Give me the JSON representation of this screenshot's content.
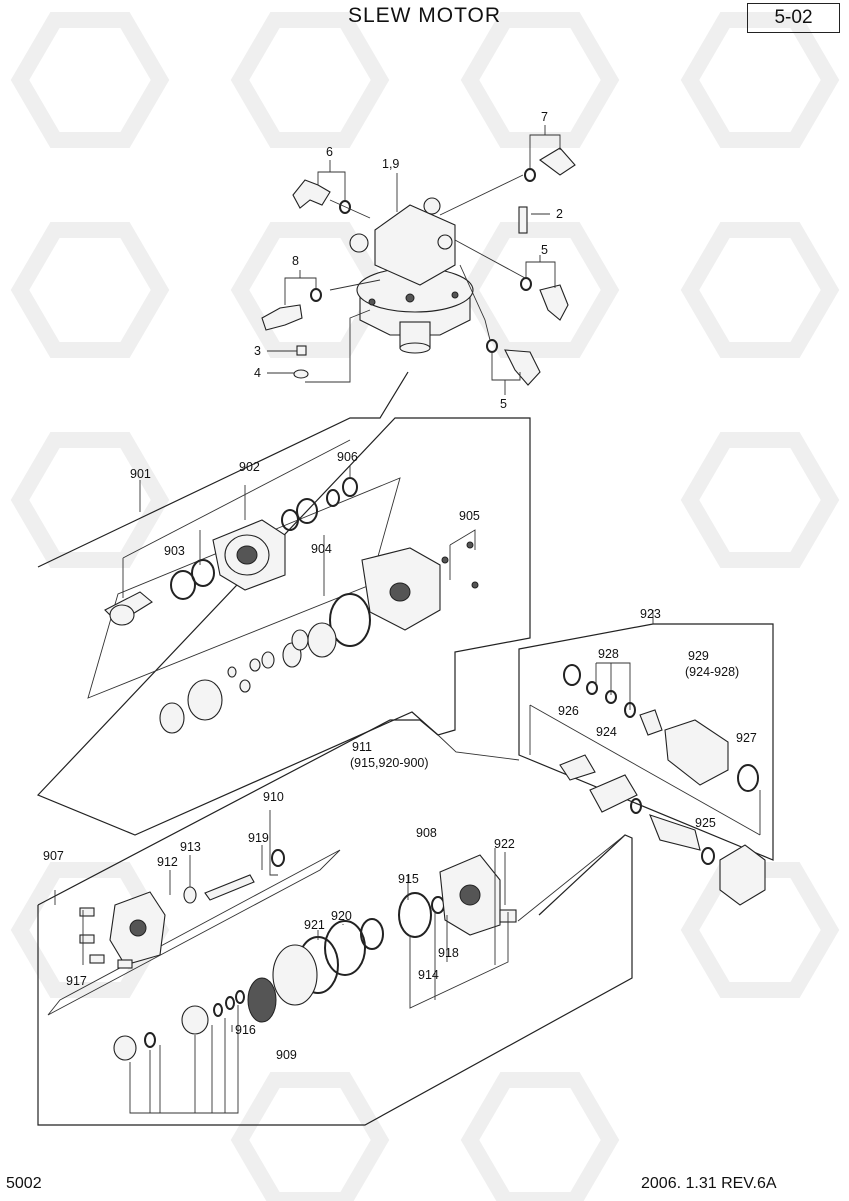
{
  "header": {
    "title": "SLEW MOTOR",
    "page_number": "5-02"
  },
  "footer": {
    "code": "5002",
    "date_revision": "2006. 1.31  REV.6A"
  },
  "part_labels": {
    "p1_9": "1,9",
    "p2": "2",
    "p3": "3",
    "p4": "4",
    "p5a": "5",
    "p5b": "5",
    "p6": "6",
    "p7": "7",
    "p8": "8",
    "p901": "901",
    "p902": "902",
    "p903": "903",
    "p904": "904",
    "p905": "905",
    "p906": "906",
    "p907": "907",
    "p908": "908",
    "p909": "909",
    "p910": "910",
    "p911": "911",
    "p911_sub": "(915,920-900)",
    "p912": "912",
    "p913": "913",
    "p914": "914",
    "p915": "915",
    "p916": "916",
    "p917": "917",
    "p918": "918",
    "p919": "919",
    "p920": "920",
    "p921": "921",
    "p922": "922",
    "p923": "923",
    "p924": "924",
    "p925": "925",
    "p926": "926",
    "p927": "927",
    "p928": "928",
    "p929": "929",
    "p929_sub": "(924-928)"
  }
}
